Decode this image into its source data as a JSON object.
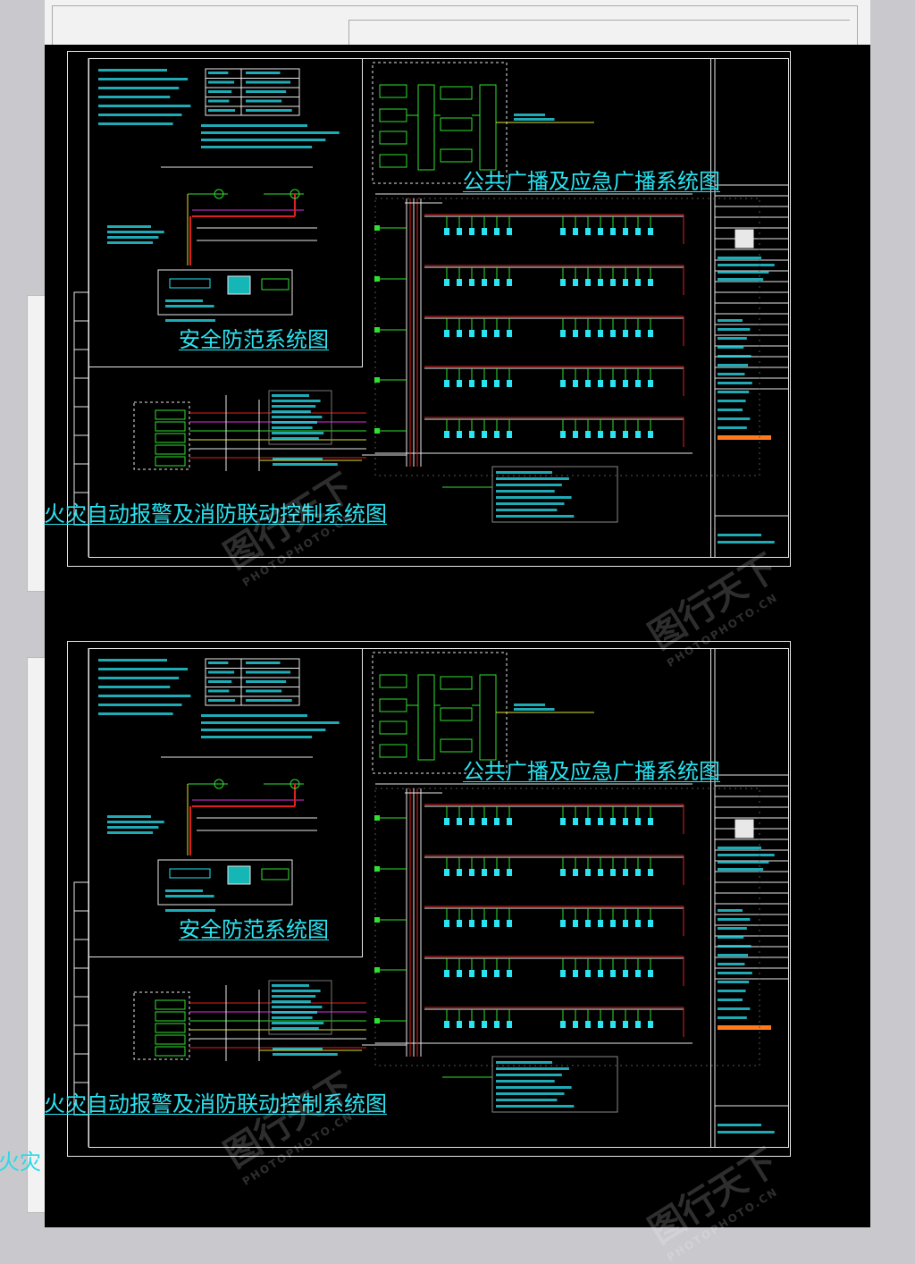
{
  "sheets": [
    {
      "security_title": "安全防范系统图",
      "pa_title": "公共广播及应急广播系统图",
      "fire_title": "火灾自动报警及消防联动控制系统图"
    },
    {
      "security_title": "安全防范系统图",
      "pa_title": "公共广播及应急广播系统图",
      "fire_title": "火灾自动报警及消防联动控制系统图"
    }
  ],
  "edge_fragment": "火灾",
  "watermark": {
    "text": "图行天下",
    "sub": "PHOTOPHOTO.CN"
  },
  "colors": {
    "background": "#000000",
    "frame": "#e8e8e8",
    "title_cyan": "#29e4f2",
    "wire_red": "#e02020",
    "wire_green": "#30e030",
    "wire_yellow": "#e0e030",
    "wire_magenta": "#e030e0",
    "orange_label": "#ff7a1a"
  }
}
